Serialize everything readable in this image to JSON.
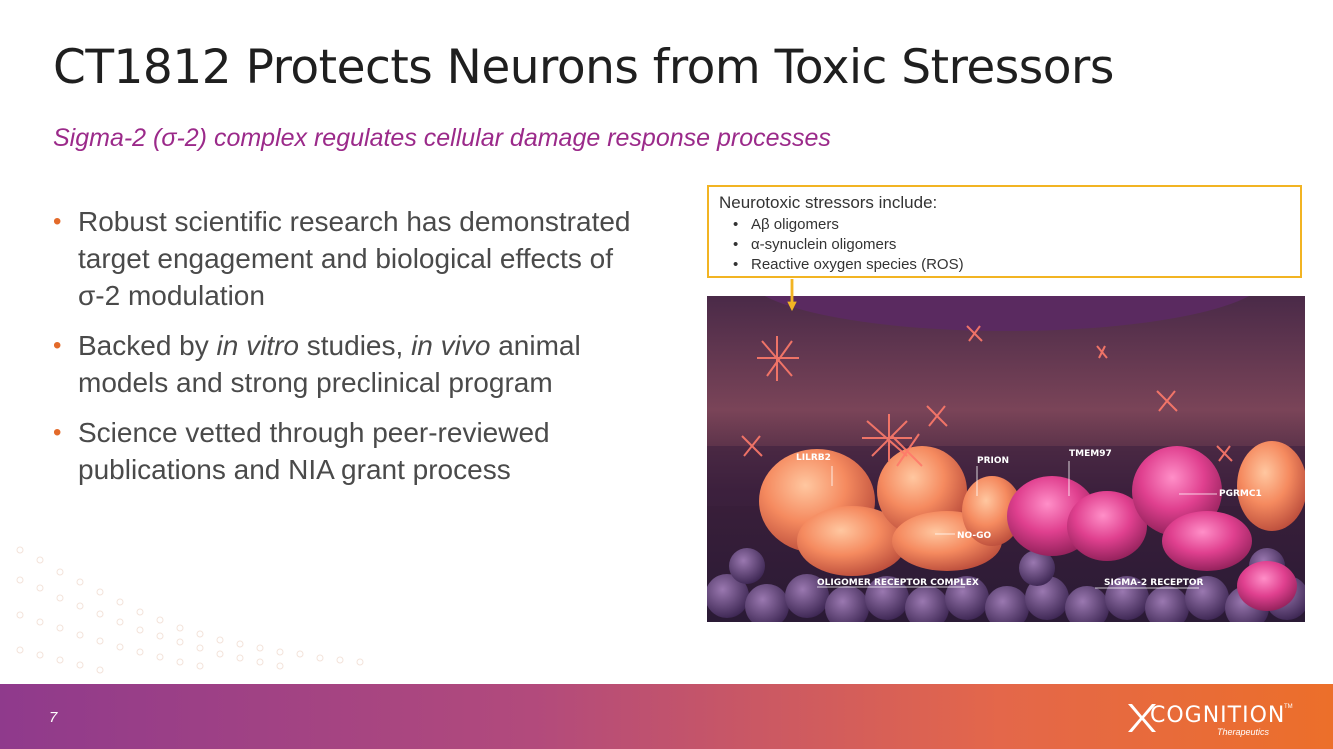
{
  "slide": {
    "title": "CT1812 Protects Neurons from Toxic Stressors",
    "subtitle": "Sigma-2 (σ-2) complex regulates cellular damage response processes",
    "page_number": "7"
  },
  "bullets": [
    {
      "bullet": "•",
      "text": "Robust scientific research has demonstrated target engagement and biological effects of σ-2 modulation"
    },
    {
      "bullet": "•",
      "parts": [
        "Backed by ",
        "in vitro",
        " studies, ",
        "in vivo",
        " animal models and strong preclinical program"
      ]
    },
    {
      "bullet": "•",
      "text": "Science vetted through peer-reviewed publications and NIA grant process"
    }
  ],
  "callout": {
    "title": "Neurotoxic stressors include:",
    "bullet": "•",
    "items": [
      "Aβ oligomers",
      "α-synuclein oligomers",
      "Reactive oxygen species (ROS)"
    ]
  },
  "image_labels": {
    "lilrb2": "LILRB2",
    "prion": "PRION",
    "tmem97": "TMEM97",
    "pgrmc1": "PGRMC1",
    "nogo": "NO-GO",
    "oligomer_complex": "OLIGOMER RECEPTOR COMPLEX",
    "sigma2_receptor": "SIGMA-2 RECEPTOR"
  },
  "logo": {
    "name": "COGNITION",
    "sub": "Therapeutics",
    "tm": "TM"
  },
  "colors": {
    "accent_orange": "#e36a2a",
    "subtitle_purple": "#9b2a8a",
    "callout_border": "#f2b423",
    "footer_start": "#8f3a8c",
    "footer_end": "#ec6f2a"
  }
}
